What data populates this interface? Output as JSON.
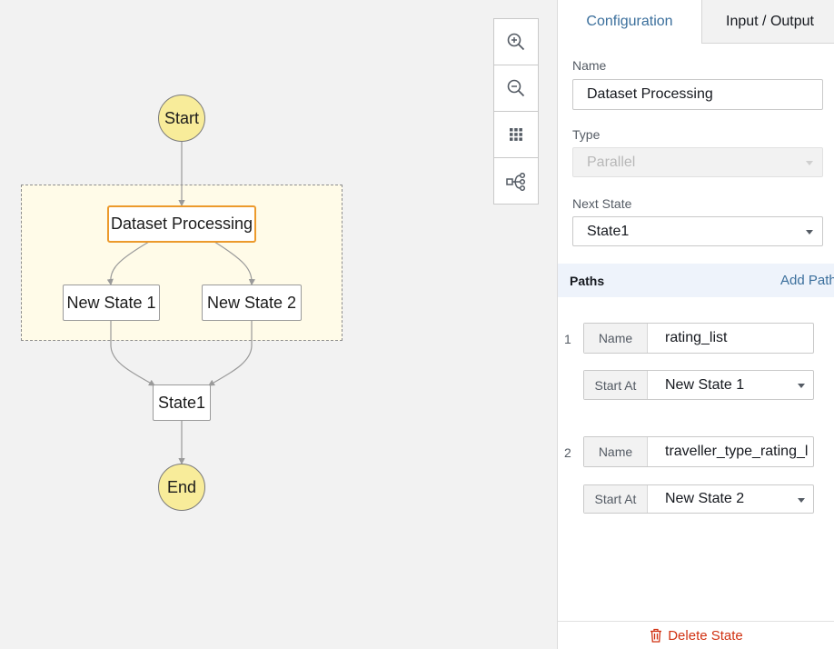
{
  "graph": {
    "start": "Start",
    "end": "End",
    "parallel_state": "Dataset Processing",
    "branch_1": "New State 1",
    "branch_2": "New State 2",
    "next_state": "State1"
  },
  "toolbar": {
    "zoom_in": "zoom-in-icon",
    "zoom_out": "zoom-out-icon",
    "center": "grid-icon",
    "layout": "flow-layout-icon"
  },
  "panel": {
    "tabs": [
      "Configuration",
      "Input / Output"
    ],
    "active_tab": "Configuration",
    "name_label": "Name",
    "name_value": "Dataset Processing",
    "type_label": "Type",
    "type_value": "Parallel",
    "next_state_label": "Next State",
    "next_state_value": "State1",
    "paths_title": "Paths",
    "add_path": "Add Path",
    "paths": [
      {
        "index": "1",
        "name_label": "Name",
        "name_value": "rating_list",
        "start_label": "Start At",
        "start_value": "New State 1"
      },
      {
        "index": "2",
        "name_label": "Name",
        "name_value": "traveller_type_rating_l",
        "start_label": "Start At",
        "start_value": "New State 2"
      }
    ],
    "delete": "Delete State"
  },
  "colors": {
    "accent": "#3b6f9c",
    "selected_border": "#ec9a2c",
    "terminal_fill": "#f8ec9a",
    "parallel_fill": "#fffbe8",
    "danger": "#d13212"
  }
}
